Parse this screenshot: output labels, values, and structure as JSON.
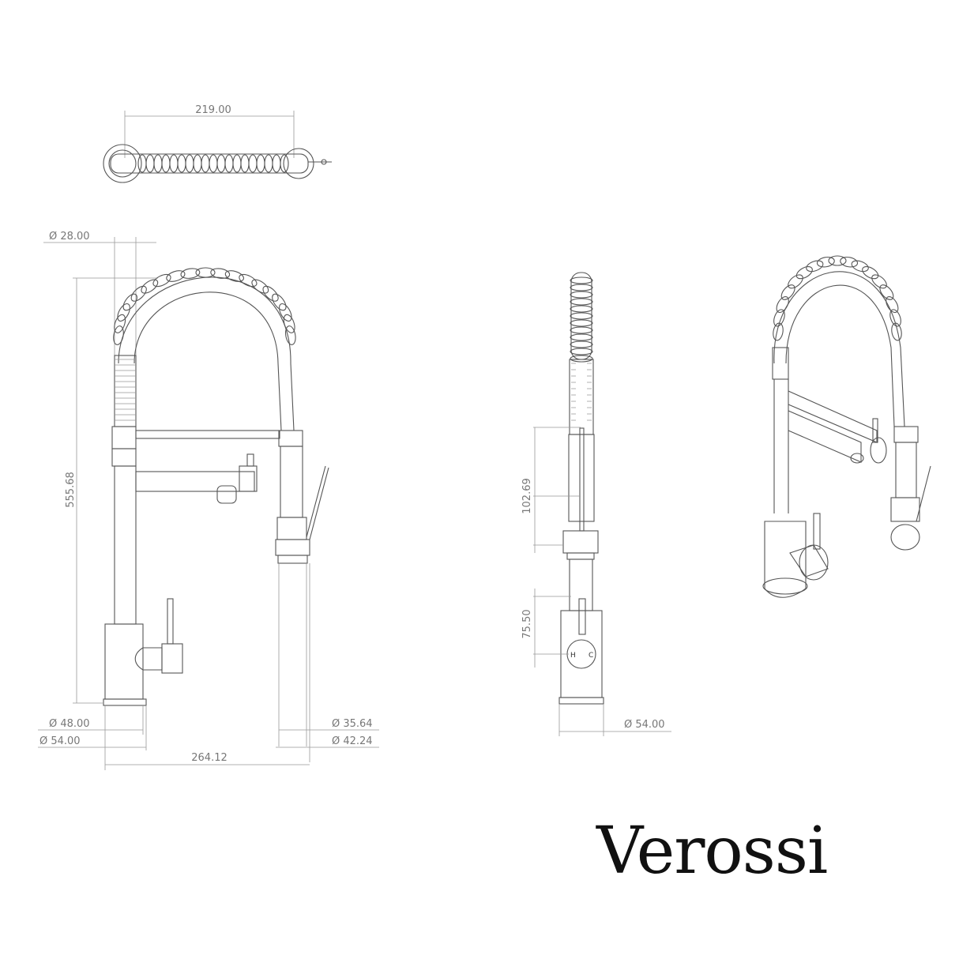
{
  "drawing": {
    "top_view": {
      "width_label": "219.00"
    },
    "front_view": {
      "spray_dia_label": "Ø 28.00",
      "height_label": "555.68",
      "base_inner_dia_label": "Ø 48.00",
      "base_outer_dia_label": "Ø 54.00",
      "reach_label": "264.12",
      "holder_inner_dia_label": "Ø 35.64",
      "holder_outer_dia_label": "Ø 42.24"
    },
    "side_view": {
      "spout_drop_label": "102.69",
      "handle_height_label": "75.50",
      "base_dia_label": "Ø 54.00",
      "hot_mark": "H",
      "cold_mark": "C"
    }
  },
  "brand": {
    "logo_text": "Verossi",
    "color": "#111111"
  }
}
